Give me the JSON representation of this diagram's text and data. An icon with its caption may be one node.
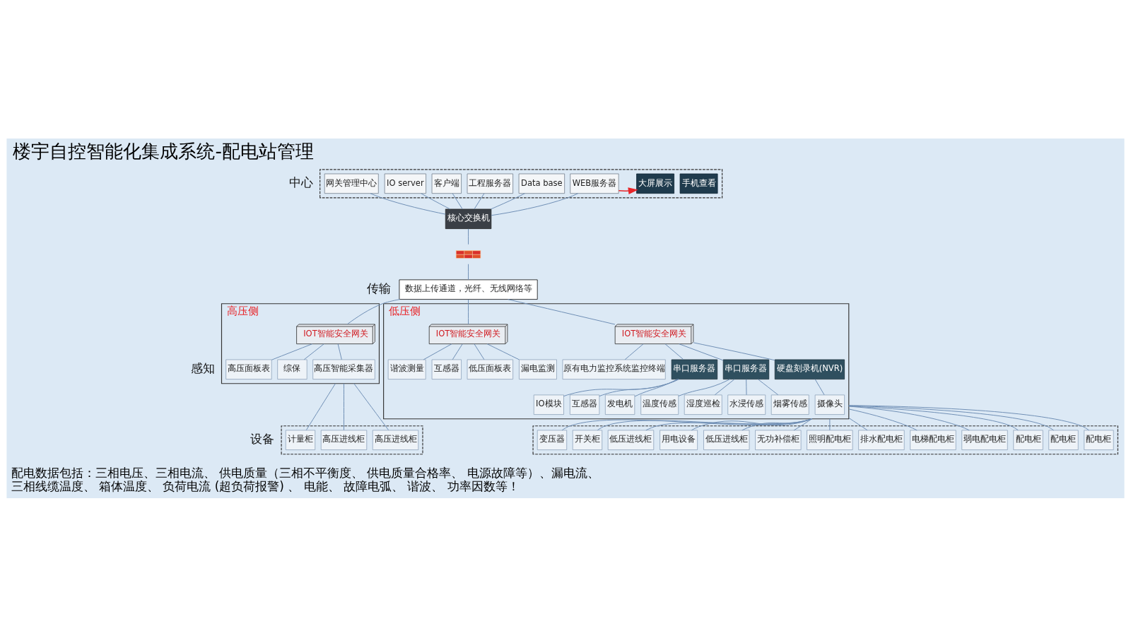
{
  "diagram": {
    "title": "楼宇自控智能化集成系统-配电站管理",
    "caption": "配电数据包括：三相电压、三相电流、 供电质量（三相不平衡度、 供电质量合格率、 电源故障等）、漏电流、三相线缆温度、 箱体温度、 负荷电流 (超负荷报警) 、 电能、 故障电弧、 谐波、 功率因数等！",
    "nodes": [
      {
        "text": [],
        "shape": "box"
      },
      {
        "text": [
          "网关管理中心"
        ],
        "in": 0
      },
      {
        "text": [
          "IO server"
        ],
        "in": 0
      },
      {
        "text": [
          "客户端"
        ],
        "in": 0
      },
      {
        "text": [
          "工程服务器"
        ],
        "in": 0
      },
      {
        "text": [
          "Data base"
        ],
        "in": 0
      },
      {
        "text": [
          "WEB服务器"
        ],
        "in": 0
      },
      {
        "text": [
          "手机查看"
        ],
        "in": 0
      },
      {
        "text": [
          "大屏展示"
        ],
        "in": 0
      },
      {
        "text": [
          "核心交换机"
        ]
      },
      {
        "text": [],
        "shape": "picture"
      },
      {
        "text": [
          "数据上传通道，光纤、无线网络等"
        ]
      },
      {
        "text": [
          "高压侧"
        ]
      },
      {
        "text": [
          "IOT智能安全网关"
        ],
        "in": 12
      },
      {
        "text": [
          "高压面板表"
        ],
        "in": 12
      },
      {
        "text": [
          "综保"
        ],
        "in": 12
      },
      {
        "text": [
          "高压智能采集器"
        ],
        "in": 12
      },
      {
        "text": [
          "低压侧"
        ]
      },
      {
        "text": [
          "IOT智能安全网关"
        ],
        "in": 17
      },
      {
        "text": [
          "谐波测量"
        ],
        "in": 17
      },
      {
        "text": [
          "互感器"
        ],
        "in": 17
      },
      {
        "text": [
          "低压面板表"
        ],
        "in": 17
      },
      {
        "text": [
          "漏电监测"
        ],
        "in": 17
      },
      {
        "text": [
          "IOT智能安全网关"
        ],
        "in": 17
      },
      {
        "text": [
          "原有电力监控系统监控终端"
        ],
        "in": 17
      },
      {
        "text": [
          "串口服务器"
        ],
        "in": 17
      },
      {
        "text": [
          "串口服务器"
        ],
        "in": 17
      },
      {
        "text": [
          "硬盘刻录机(NVR)"
        ],
        "in": 17
      },
      {
        "text": [
          "IO模块"
        ],
        "in": 17
      },
      {
        "text": [
          "互感器"
        ],
        "in": 17
      },
      {
        "text": [
          "发电机"
        ],
        "in": 17
      },
      {
        "text": [
          "温度传感"
        ],
        "in": 17
      },
      {
        "text": [
          "湿度巡检"
        ],
        "in": 17
      },
      {
        "text": [
          "水浸传感"
        ],
        "in": 17
      },
      {
        "text": [
          "烟雾传感"
        ],
        "in": 17
      },
      {
        "text": [
          "摄像头"
        ],
        "in": 17
      },
      {
        "text": [],
        "shape": "box"
      },
      {
        "text": [
          "计量柜"
        ],
        "in": 36
      },
      {
        "text": [
          "高压进线柜"
        ],
        "in": 36
      },
      {
        "text": [
          "高压进线柜"
        ],
        "in": 36
      },
      {
        "text": [],
        "shape": "box"
      },
      {
        "text": [
          "变压器"
        ],
        "in": 40
      },
      {
        "text": [
          "开关柜"
        ],
        "in": 40
      },
      {
        "text": [
          "低压进线柜"
        ],
        "in": 40
      },
      {
        "text": [
          "用电设备"
        ],
        "in": 40
      },
      {
        "text": [
          "低压进线柜"
        ],
        "in": 40
      },
      {
        "text": [
          "无功补偿柜"
        ],
        "in": 40
      },
      {
        "text": [
          "照明配电柜"
        ],
        "in": 40
      },
      {
        "text": [
          "排水配电柜"
        ],
        "in": 40
      },
      {
        "text": [
          "电梯配电柜"
        ],
        "in": 40
      },
      {
        "text": [
          "弱电配电柜"
        ],
        "in": 40
      },
      {
        "text": [
          "配电柜"
        ],
        "in": 40
      },
      {
        "text": [
          "配电柜"
        ],
        "in": 40
      },
      {
        "text": [
          "配电柜"
        ],
        "in": 40
      }
    ],
    "edges": [
      {
        "from": 1,
        "to": 9,
        "arrow": "none"
      },
      {
        "from": 2,
        "to": 9,
        "arrow": "none"
      },
      {
        "from": 3,
        "to": 9,
        "arrow": "none"
      },
      {
        "from": 4,
        "to": 9,
        "arrow": "none"
      },
      {
        "from": 5,
        "to": 9,
        "arrow": "none"
      },
      {
        "from": 6,
        "to": 9,
        "arrow": "none"
      },
      {
        "from": 6,
        "to": 8,
        "arrow": "to",
        "color": "#e8262a"
      },
      {
        "from": 9,
        "to": 10,
        "arrow": "none"
      },
      {
        "from": 10,
        "to": 11,
        "arrow": "none"
      },
      {
        "from": 11,
        "to": 13,
        "arrow": "none"
      },
      {
        "from": 11,
        "to": 18,
        "arrow": "none"
      },
      {
        "from": 11,
        "to": 23,
        "arrow": "none"
      },
      {
        "from": 13,
        "to": 14,
        "arrow": "none"
      },
      {
        "from": 13,
        "to": 15,
        "arrow": "none"
      },
      {
        "from": 13,
        "to": 16,
        "arrow": "none"
      },
      {
        "from": 18,
        "to": 19,
        "arrow": "none"
      },
      {
        "from": 18,
        "to": 20,
        "arrow": "none"
      },
      {
        "from": 18,
        "to": 21,
        "arrow": "none"
      },
      {
        "from": 18,
        "to": 22,
        "arrow": "none"
      },
      {
        "from": 23,
        "to": 24,
        "arrow": "none"
      },
      {
        "from": 23,
        "to": 25,
        "arrow": "none"
      },
      {
        "from": 23,
        "to": 26,
        "arrow": "none"
      },
      {
        "from": 23,
        "to": 27,
        "arrow": "none"
      },
      {
        "from": 25,
        "to": 28,
        "arrow": "none"
      },
      {
        "from": 25,
        "to": 29,
        "arrow": "none"
      },
      {
        "from": 25,
        "to": 30,
        "arrow": "none"
      },
      {
        "from": 26,
        "to": 31,
        "arrow": "none"
      },
      {
        "from": 26,
        "to": 32,
        "arrow": "none"
      },
      {
        "from": 26,
        "to": 33,
        "arrow": "none"
      },
      {
        "from": 26,
        "to": 34,
        "arrow": "none"
      },
      {
        "from": 27,
        "to": 35,
        "arrow": "none"
      },
      {
        "from": 12,
        "to": 37,
        "arrow": "none"
      },
      {
        "from": 12,
        "to": 38,
        "arrow": "none"
      },
      {
        "from": 12,
        "to": 39,
        "arrow": "none"
      },
      {
        "from": 17,
        "to": 41,
        "arrow": "none"
      },
      {
        "from": 17,
        "to": 42,
        "arrow": "none"
      },
      {
        "from": 17,
        "to": 43,
        "arrow": "none"
      },
      {
        "from": 17,
        "to": 44,
        "arrow": "none"
      },
      {
        "from": 17,
        "to": 45,
        "arrow": "none"
      },
      {
        "from": 17,
        "to": 46,
        "arrow": "none"
      },
      {
        "from": 17,
        "to": 47,
        "arrow": "none"
      },
      {
        "from": 17,
        "to": 48,
        "arrow": "none"
      },
      {
        "from": 17,
        "to": 49,
        "arrow": "none"
      },
      {
        "from": 17,
        "to": 50,
        "arrow": "none"
      },
      {
        "from": 17,
        "to": 51,
        "arrow": "none"
      },
      {
        "from": 17,
        "to": 52,
        "arrow": "none"
      },
      {
        "from": 17,
        "to": 53,
        "arrow": "none"
      }
    ],
    "labels": [
      "中心",
      "传输",
      "感知",
      "设备"
    ]
  }
}
